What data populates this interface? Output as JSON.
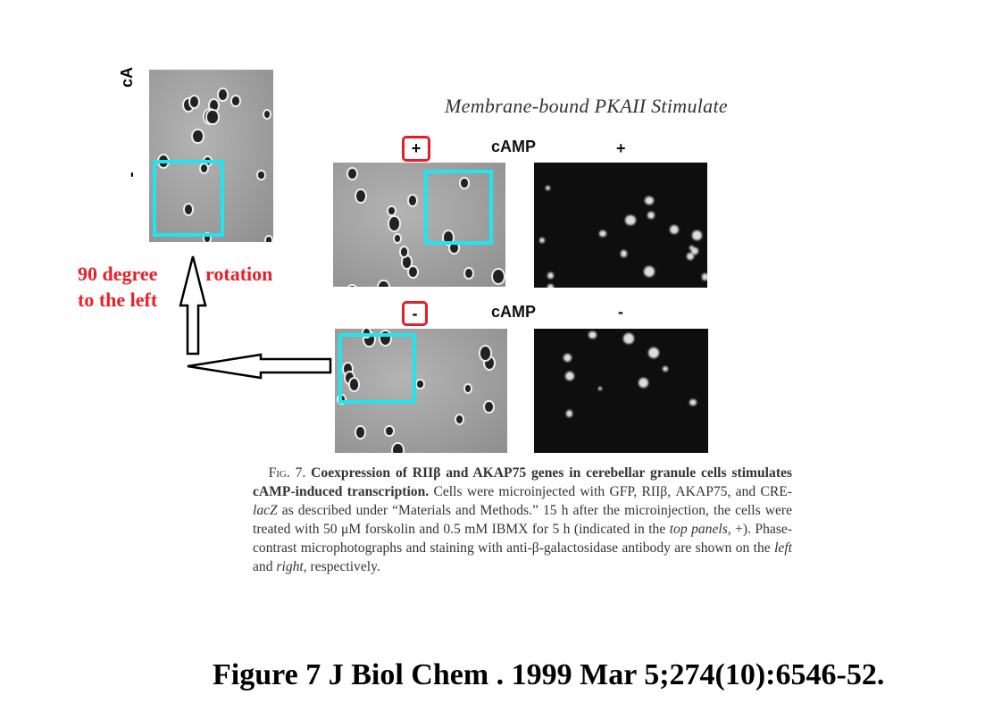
{
  "title": "Membrane-bound PKAII Stimulate",
  "rotated_panel": {
    "label_camp": "cA",
    "label_sign": "-"
  },
  "top_row": {
    "sign_boxed": "+",
    "camp_label": "cAMP",
    "sign_right": "+"
  },
  "bottom_row": {
    "sign_boxed": "-",
    "camp_label": "cAMP",
    "sign_right": "-"
  },
  "annotation": {
    "line1_a": "90 degree",
    "line1_b": "rotation",
    "line2": "to the left"
  },
  "caption": {
    "fig_label": "Fig. 7.",
    "bold_title": "Coexpression of RIIβ and AKAP75 genes in cerebellar granule cells stimulates cAMP-induced transcription.",
    "body_1": "Cells were microinjected with GFP, RIIβ, AKAP75, and CRE-",
    "italic_1": "lacZ",
    "body_2": "as described under “Materials and Methods.” 15 h after the microinjection, the cells were treated with 50 μM forskolin and 0.5 mM IBMX for 5 h (indicated in the",
    "italic_2": "top panels",
    "body_3": ", +). Phase-contrast microphotographs and staining with anti-β-galactosidase antibody are shown on the",
    "italic_3": "left",
    "body_4": "and",
    "italic_4": "right",
    "body_5": ", respectively."
  },
  "citation": "Figure 7 J Biol Chem . 1999 Mar 5;274(10):6546-52.",
  "colors": {
    "annotation_red": "#e8202a",
    "highlight_cyan": "#1ee6f0"
  }
}
